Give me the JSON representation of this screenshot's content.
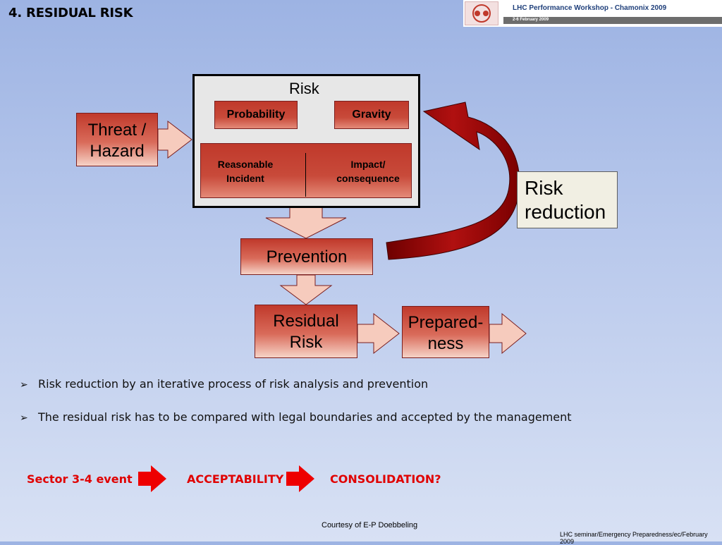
{
  "slide": {
    "title": "4. RESIDUAL RISK"
  },
  "banner": {
    "title": "LHC Performance Workshop - Chamonix 2009",
    "date": "2-6 February 2009"
  },
  "diagram": {
    "risk": "Risk",
    "probability": "Probability",
    "gravity": "Gravity",
    "reasonable_incident": [
      "Reasonable",
      "Incident"
    ],
    "impact_consequence": [
      "Impact/",
      "consequence"
    ],
    "threat_hazard": [
      "Threat /",
      "Hazard"
    ],
    "prevention": "Prevention",
    "residual_risk": [
      "Residual",
      "Risk"
    ],
    "preparedness": [
      "Prepared-",
      "ness"
    ],
    "risk_reduction": [
      "Risk",
      "reduction"
    ]
  },
  "bullets": [
    "Risk reduction by an iterative process of risk analysis and prevention",
    "The residual risk has to be compared with legal boundaries and accepted by the management"
  ],
  "flow": [
    "Sector 3-4 event",
    "ACCEPTABILITY",
    "CONSOLIDATION?"
  ],
  "footer": {
    "courtesy": "Courtesy of E-P Doebbeling",
    "right": "LHC seminar/Emergency Preparedness/ec/February 2009"
  },
  "colors": {
    "box_red": "#c0392b",
    "arrow_dark_red": "#8b0000",
    "flow_red": "#e00000",
    "arrow_pink": "#f6cbbd"
  }
}
